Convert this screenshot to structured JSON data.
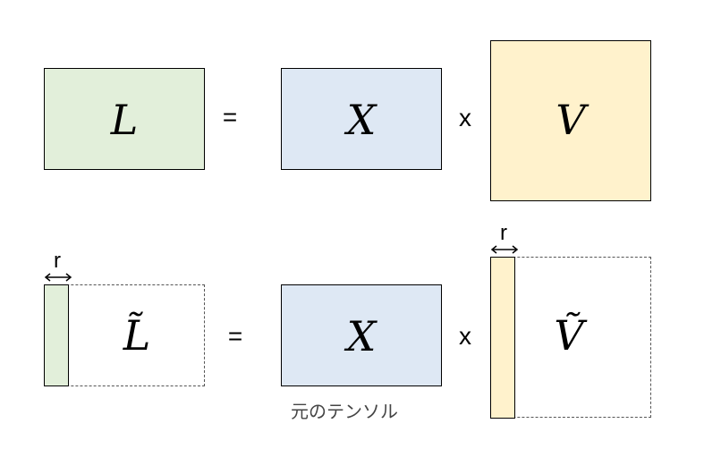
{
  "row1": {
    "lhs": "L",
    "equals": "=",
    "mid": "X",
    "times": "x",
    "rhs": "V"
  },
  "row2": {
    "lhs": "L̃",
    "equals": "=",
    "mid": "X",
    "times": "x",
    "rhs": "Ṽ",
    "rank_label_left": "r",
    "rank_label_right": "r",
    "caption": "元のテンソル"
  },
  "colors": {
    "green": "#e2efda",
    "blue": "#dee8f4",
    "yellow": "#fff2cc"
  }
}
